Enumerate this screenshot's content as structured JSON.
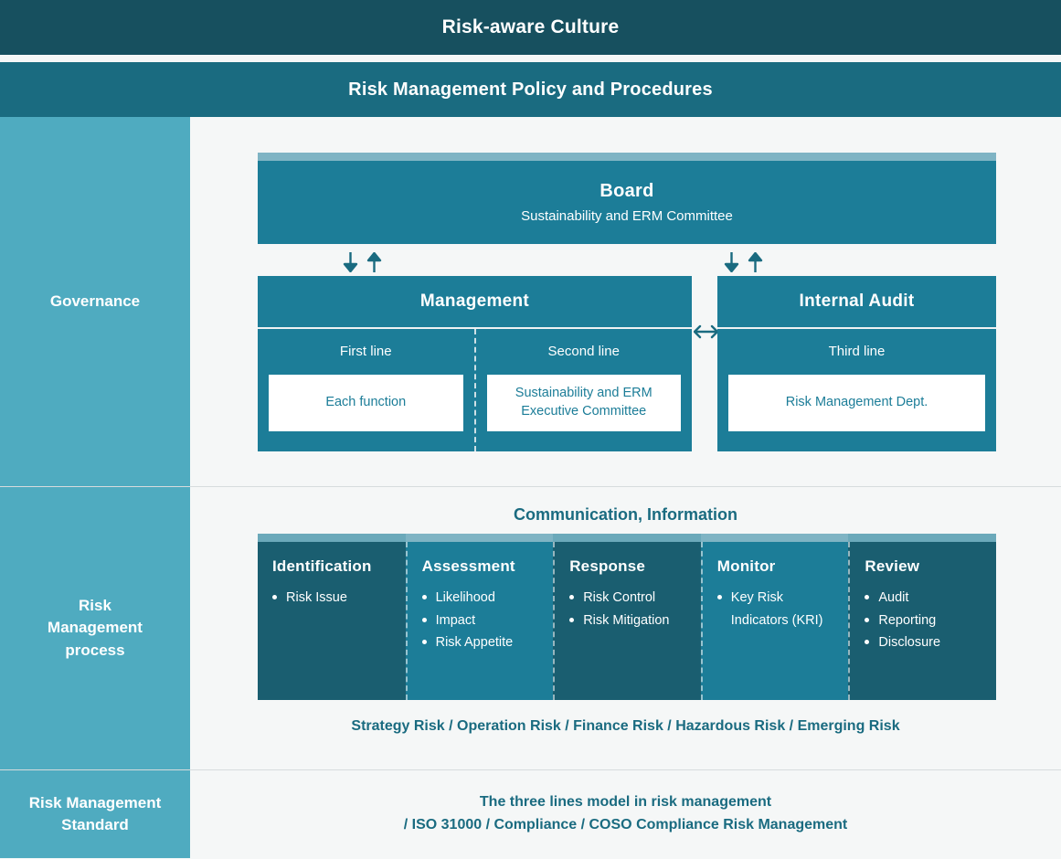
{
  "colors": {
    "culture_band": "#17505f",
    "policy_band": "#1a6b80",
    "sidebar": "#4fabc0",
    "box_teal": "#1c7d98",
    "box_dark_teal": "#1a5e70",
    "cap_strip": "#7fb4c4",
    "background": "#f5f7f7",
    "text_on_light": "#1a6b80",
    "white": "#ffffff"
  },
  "bands": {
    "culture": "Risk-aware Culture",
    "policy": "Risk Management Policy and Procedures"
  },
  "governance": {
    "sidebar_label": "Governance",
    "board": {
      "title": "Board",
      "subtitle": "Sustainability and ERM Committee"
    },
    "arrows": {
      "down_icon": "arrow-down-icon",
      "up_icon": "arrow-up-icon",
      "horizontal_icon": "arrow-left-right-icon"
    },
    "management": {
      "title": "Management",
      "lines": [
        {
          "label": "First line",
          "card": "Each function"
        },
        {
          "label": "Second line",
          "card": "Sustainability and ERM\nExecutive Committee"
        }
      ]
    },
    "internal_audit": {
      "title": "Internal Audit",
      "lines": [
        {
          "label": "Third line",
          "card": "Risk Management Dept."
        }
      ]
    }
  },
  "process": {
    "sidebar_label": "Risk\nManagement\nprocess",
    "communication_title": "Communication, Information",
    "columns": [
      {
        "heading": "Identification",
        "items": [
          "Risk Issue"
        ],
        "shade": "dark"
      },
      {
        "heading": "Assessment",
        "items": [
          "Likelihood",
          "Impact",
          "Risk Appetite"
        ],
        "shade": "light"
      },
      {
        "heading": "Response",
        "items": [
          "Risk Control",
          "Risk Mitigation"
        ],
        "shade": "dark"
      },
      {
        "heading": "Monitor",
        "items": [
          "Key Risk Indicators (KRI)"
        ],
        "shade": "light"
      },
      {
        "heading": "Review",
        "items": [
          "Audit",
          "Reporting",
          "Disclosure"
        ],
        "shade": "dark"
      }
    ],
    "risk_types": "Strategy Risk / Operation Risk / Finance Risk / Hazardous Risk / Emerging Risk"
  },
  "standard": {
    "sidebar_label": "Risk Management\nStandard",
    "line1": "The three lines model in risk management",
    "line2": "/ ISO 31000 / Compliance / COSO Compliance Risk Management"
  }
}
